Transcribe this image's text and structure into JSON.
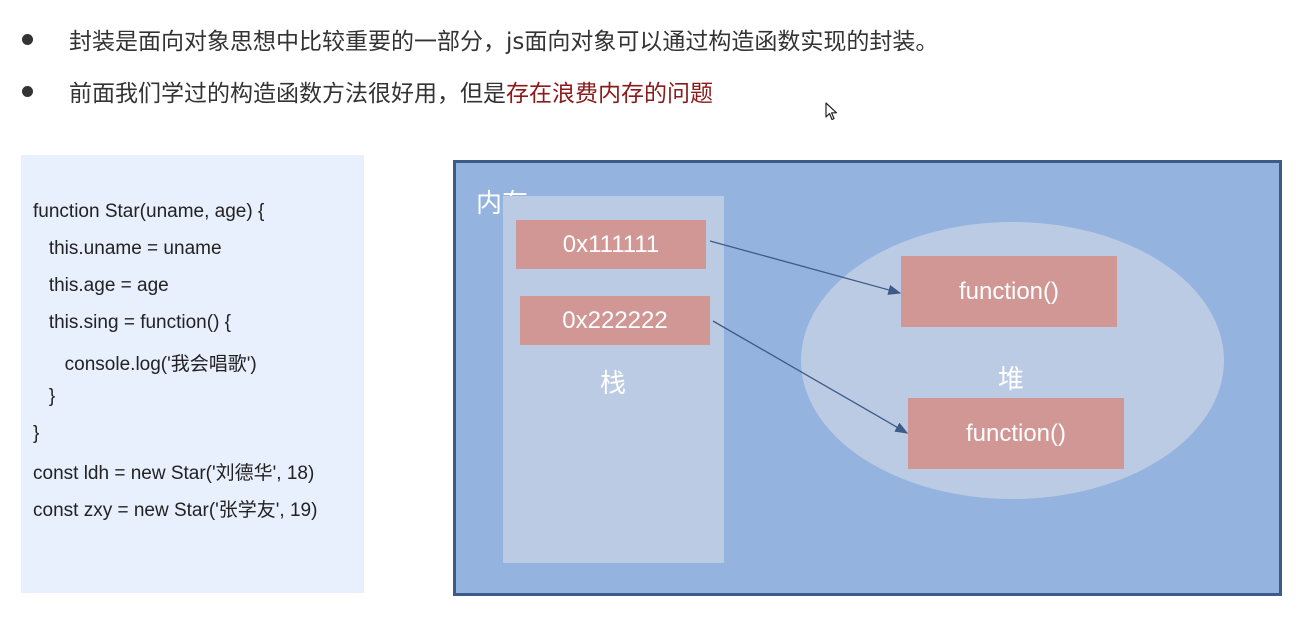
{
  "bullets": [
    {
      "text": "封装是面向对象思想中比较重要的一部分，js面向对象可以通过构造函数实现的封装。",
      "highlight": ""
    },
    {
      "text": "前面我们学过的构造函数方法很好用，但是 ",
      "highlight": "存在浪费内存的问题"
    }
  ],
  "code_lines": [
    "function Star(uname, age) {",
    "   this.uname = uname",
    "   this.age = age",
    "   this.sing = function() {",
    "      console.log('我会唱歌')",
    "   }",
    "}",
    "const ldh = new Star('刘德华', 18)",
    "const zxy = new Star('张学友', 19)"
  ],
  "diagram": {
    "memory_label": "内存",
    "stack_label": "栈",
    "heap_label": "堆",
    "addresses": [
      "0x111111",
      "0x222222"
    ],
    "functions": [
      "function()",
      "function()"
    ]
  },
  "colors": {
    "highlight": "#8b1a1a",
    "memory_bg": "#94b3de",
    "memory_border": "#3e5a86",
    "panel_bg": "#bccbe4",
    "box_bg": "#d09794",
    "arrow": "#3e5a86",
    "code_bg": "#e8effd"
  },
  "icons": {
    "cursor": "mouse-pointer-icon",
    "bullet": "bullet-dot-icon"
  }
}
